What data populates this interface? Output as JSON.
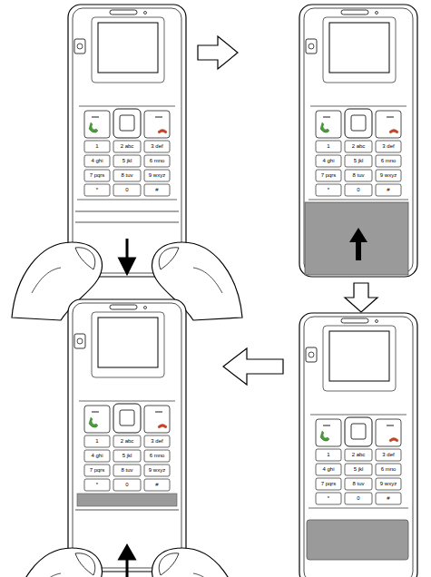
{
  "diagram": {
    "labels": [
      "1",
      "2 abc",
      "3 def",
      "4 ghi",
      "5 jkl",
      "6 mno",
      "7 pqrs",
      "8 tuv",
      "9 wxyz",
      "*",
      "0",
      "#",
      "1",
      "2 abc",
      "3 def",
      "4 ghi",
      "5 jkl",
      "6 mno",
      "7 pqrs",
      "8 tuv",
      "9 wxyz",
      "*",
      "0",
      "#",
      "1",
      "2 abc",
      "3 def",
      "4 ghi",
      "5 jkl",
      "6 mno",
      "7 pqrs",
      "8 tuv",
      "9 wxyz",
      "*",
      "0",
      "#",
      "1",
      "2 abc",
      "3 def",
      "4 ghi",
      "5 jkl",
      "6 mno",
      "7 pqrs",
      "8 tuv",
      "9 wxyz",
      "*",
      "0",
      "#"
    ]
  }
}
